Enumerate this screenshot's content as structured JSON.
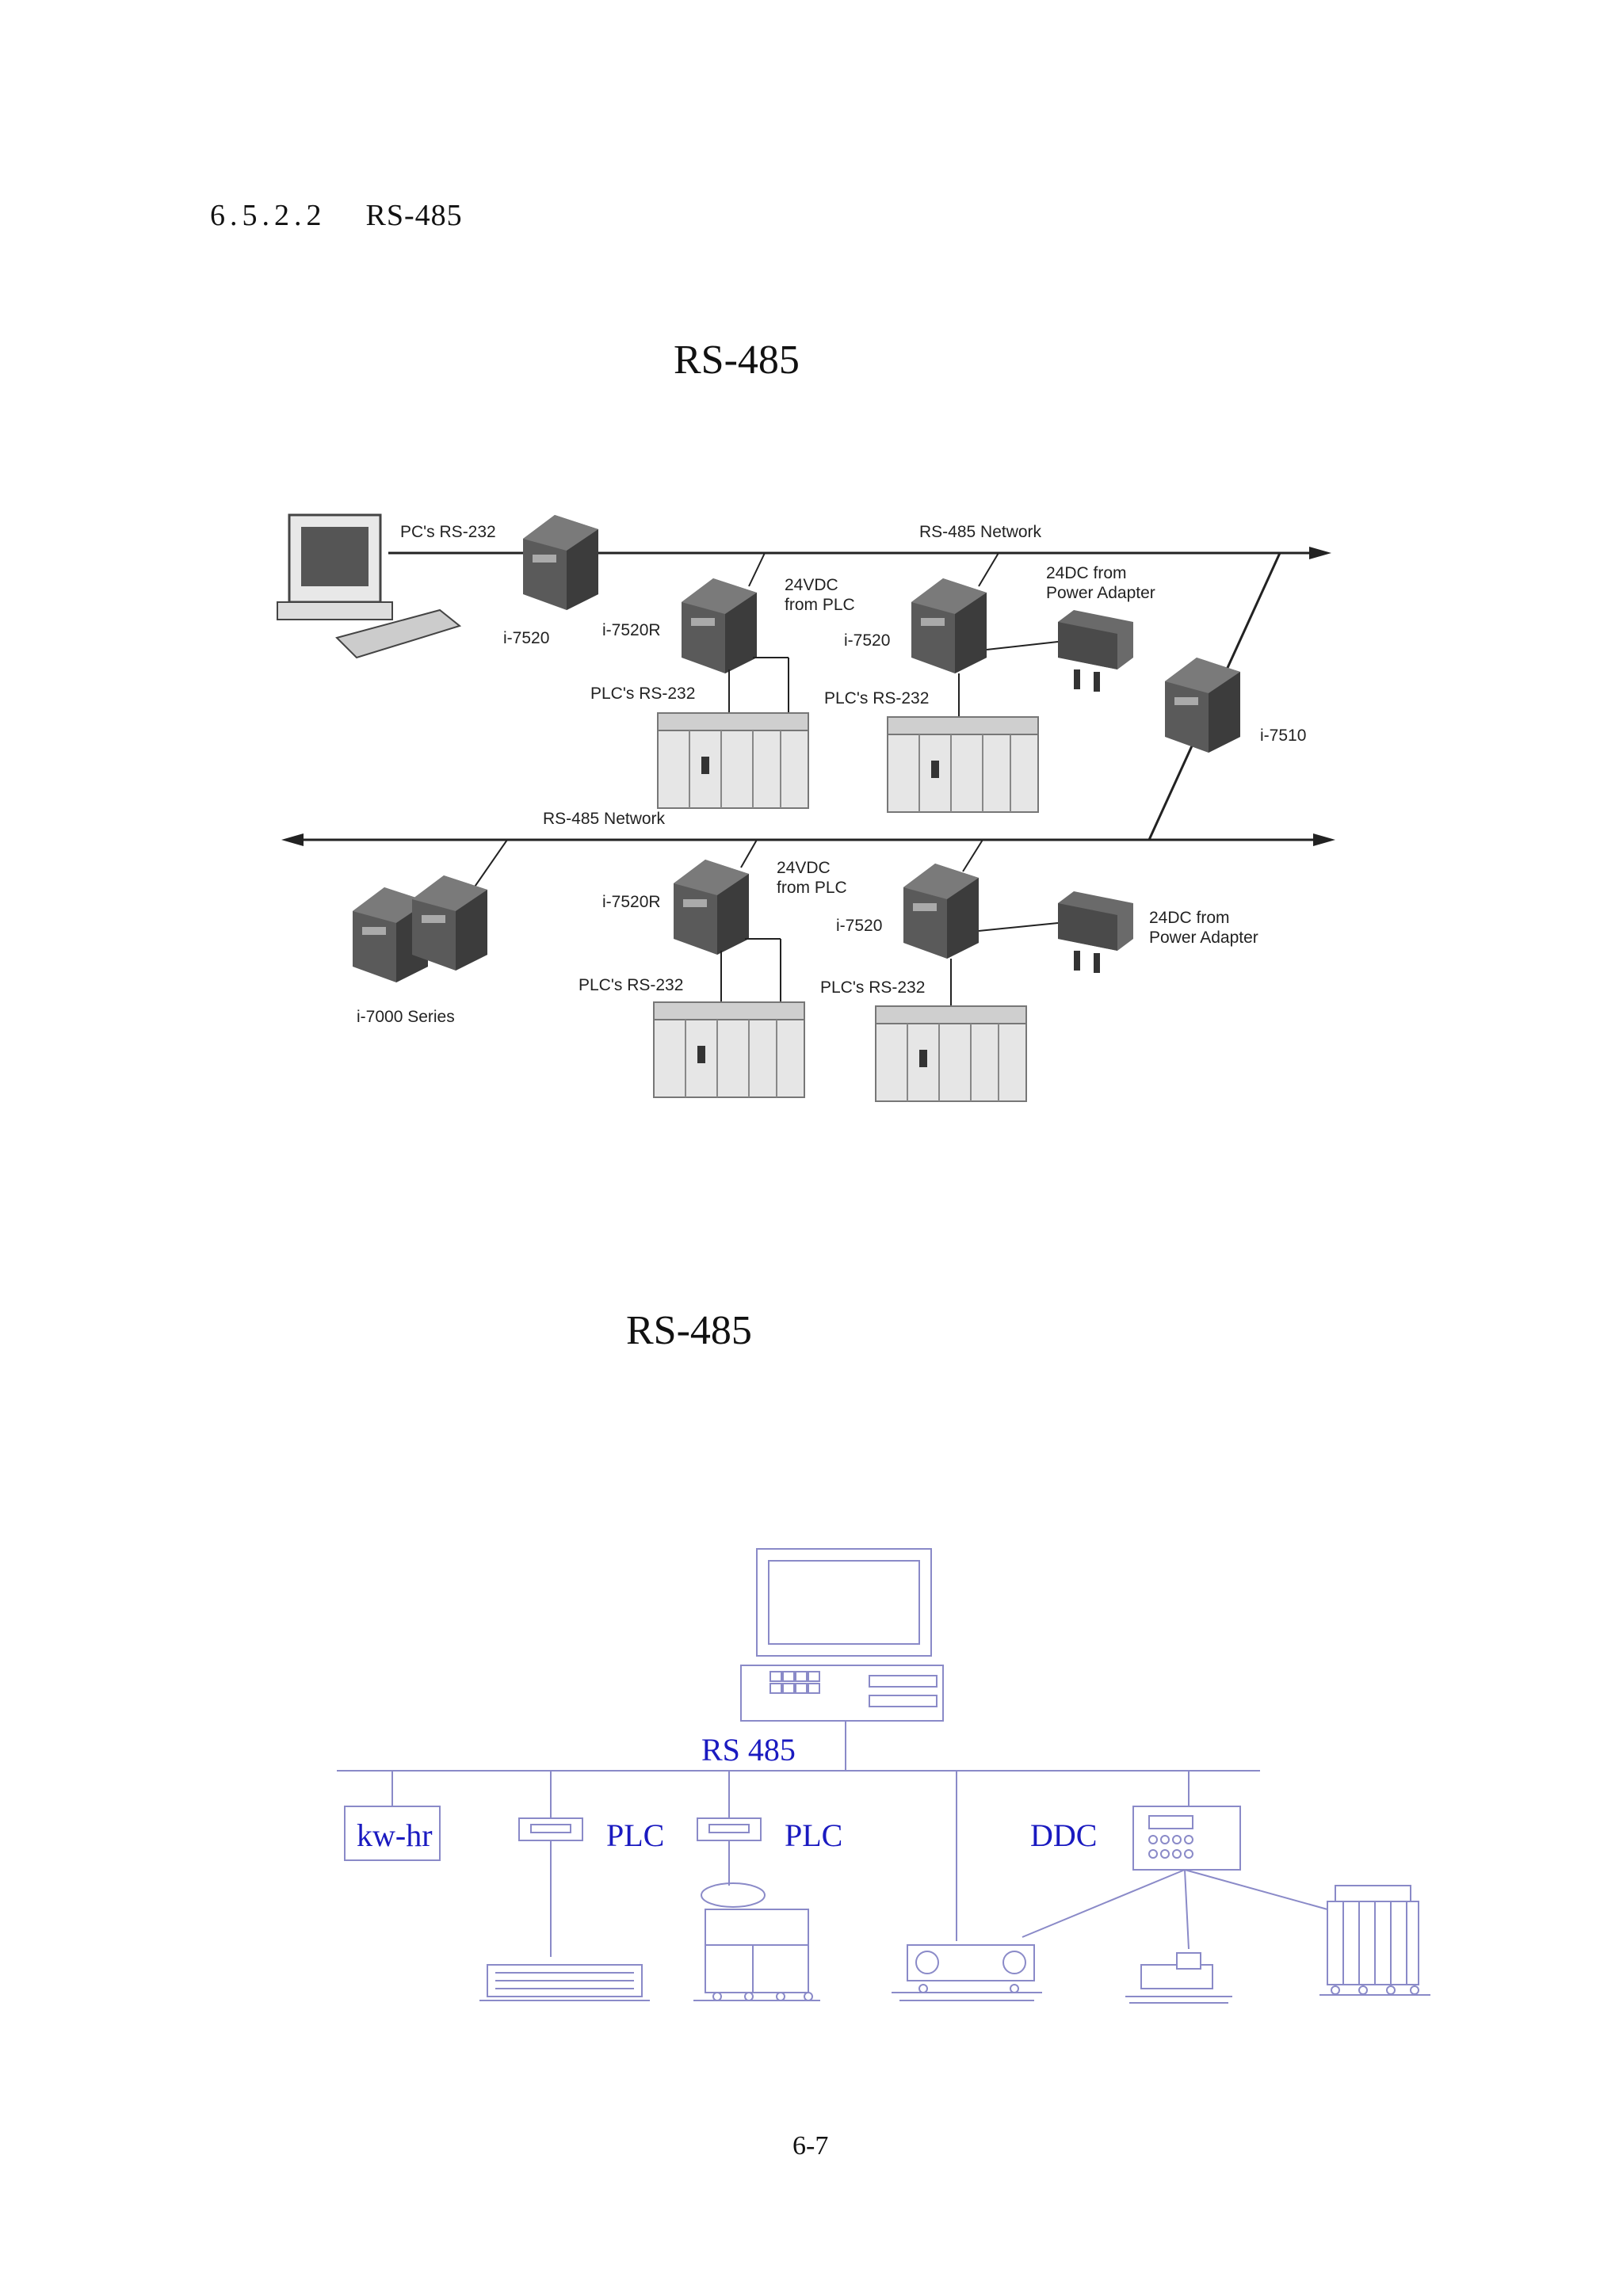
{
  "section": {
    "number": "6.5.2.2",
    "title": "RS-485"
  },
  "figure1": {
    "title": "RS-485",
    "labels": {
      "pc_rs232": "PC's RS-232",
      "rs485_network_top": "RS-485 Network",
      "rs485_network_bottom": "RS-485 Network",
      "i7520_a": "i-7520",
      "i7520r_a": "i-7520R",
      "vdc_plc_a_1": "24VDC",
      "vdc_plc_a_2": "from PLC",
      "i7520_b": "i-7520",
      "adapter_a_1": "24DC from",
      "adapter_a_2": "Power Adapter",
      "plc_rs232_a": "PLC's RS-232",
      "plc_rs232_b": "PLC's RS-232",
      "i7510": "i-7510",
      "i7000": "i-7000 Series",
      "i7520r_b": "i-7520R",
      "vdc_plc_b_1": "24VDC",
      "vdc_plc_b_2": "from PLC",
      "i7520_c": "i-7520",
      "adapter_b_1": "24DC from",
      "adapter_b_2": "Power Adapter",
      "plc_rs232_c": "PLC's RS-232",
      "plc_rs232_d": "PLC's RS-232"
    }
  },
  "figure2": {
    "title": "RS-485",
    "labels": {
      "bus": "RS 485",
      "kwhr": "kw-hr",
      "plc1": "PLC",
      "plc2": "PLC",
      "ddc": "DDC"
    }
  },
  "footer": {
    "page": "6-7"
  },
  "colors": {
    "diagram_blue": "#1a1ac0",
    "line_blue": "#8a8ac8"
  }
}
